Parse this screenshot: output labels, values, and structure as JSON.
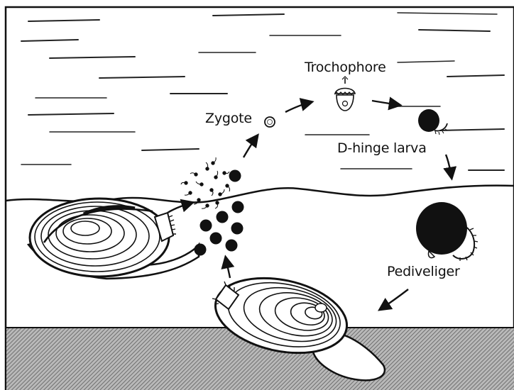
{
  "diagram": {
    "labels": {
      "trochophore": "Trochophore",
      "zygote": "Zygote",
      "d_hinge": "D-hinge larva",
      "pediveliger": "Pediveliger"
    },
    "colors": {
      "ink": "#111111",
      "paper": "#ffffff",
      "sediment_stripe": "#6f6f6f",
      "sediment_base": "#b9b9b9"
    },
    "stages": [
      "adult-clam",
      "gametes",
      "zygote",
      "trochophore",
      "d-hinge-larva",
      "pediveliger",
      "juvenile-clam"
    ]
  }
}
